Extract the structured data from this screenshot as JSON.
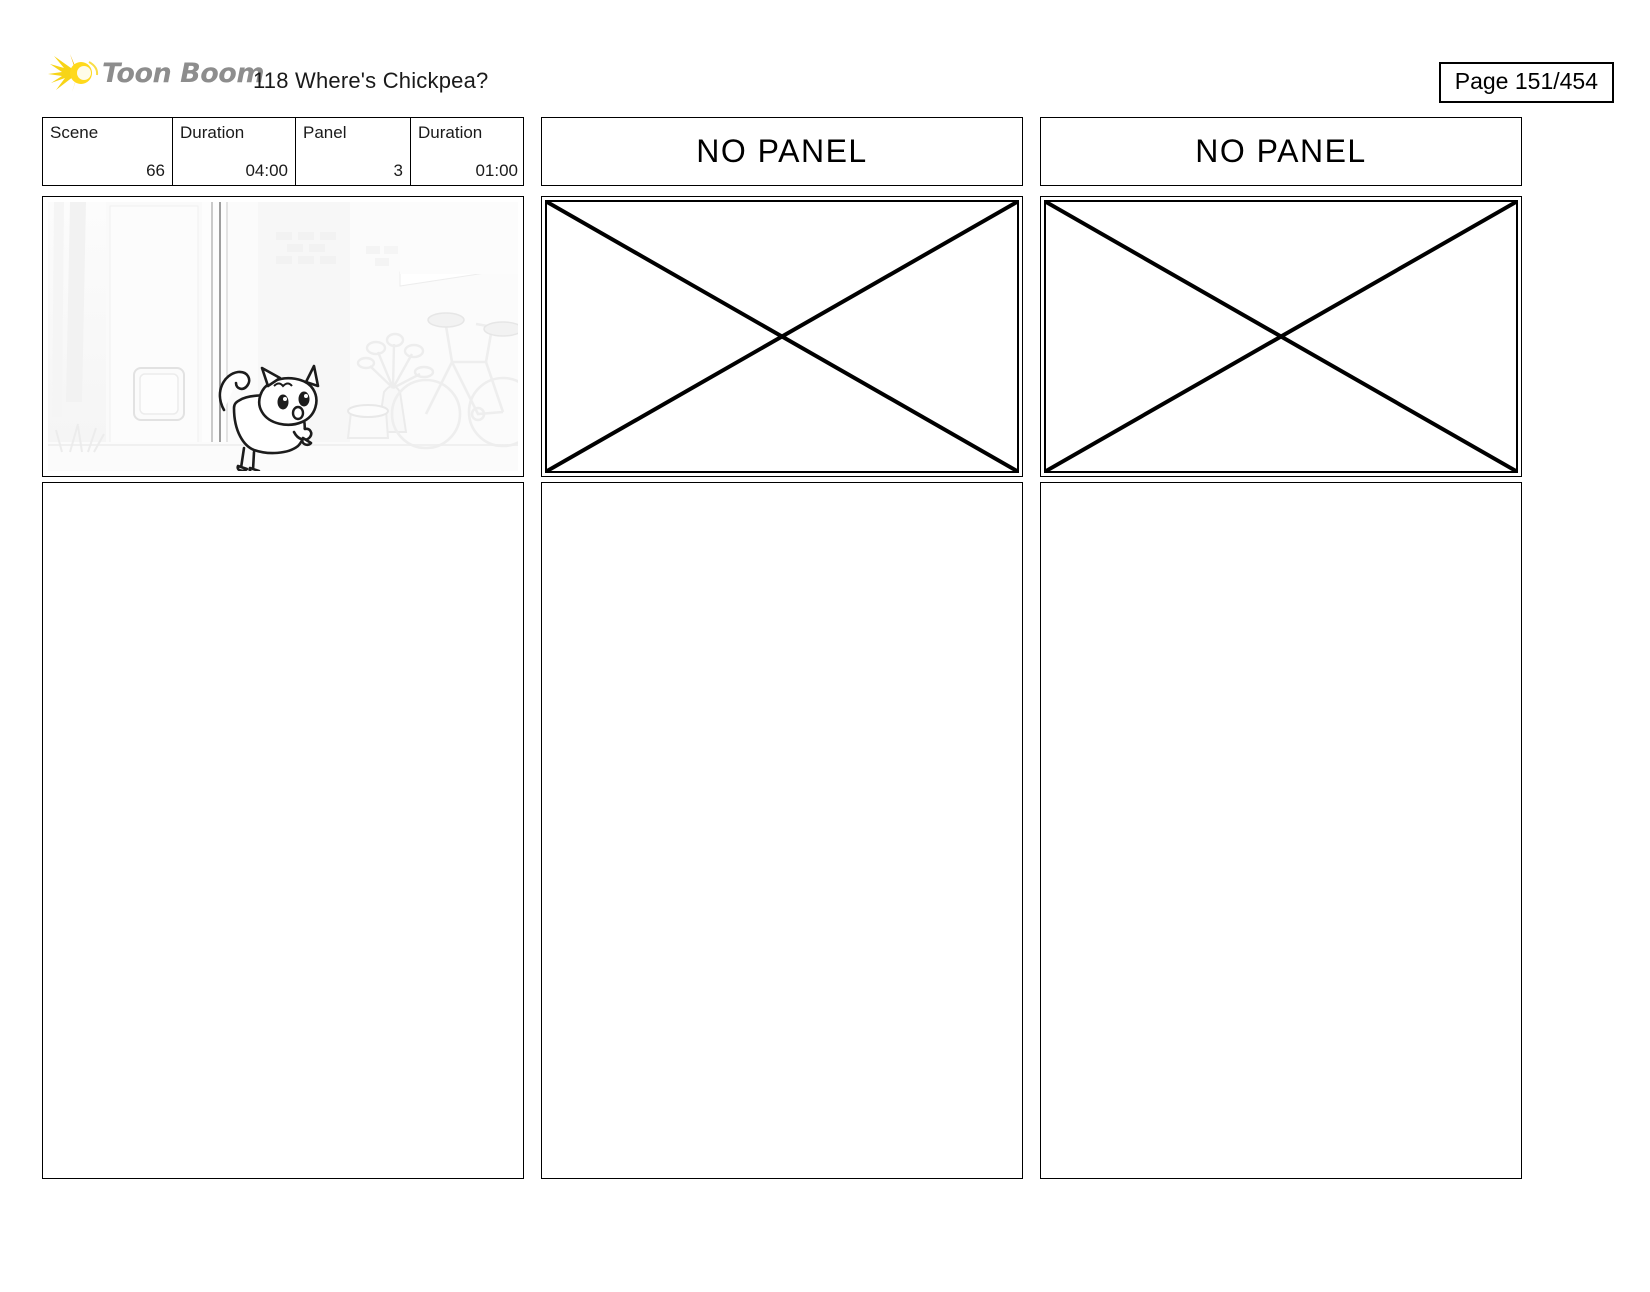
{
  "header": {
    "brand_name": "Toon Boom",
    "logo_icon": "sunburst-icon",
    "logo_color": "#F5C518",
    "document_title": "118 Where's Chickpea?",
    "page_indicator": "Page 151/454"
  },
  "columns": [
    {
      "kind": "panel",
      "info": {
        "fields": [
          {
            "label": "Scene",
            "value": "66"
          },
          {
            "label": "Duration",
            "value": "04:00"
          },
          {
            "label": "Panel",
            "value": "3"
          },
          {
            "label": "Duration",
            "value": "01:00"
          }
        ]
      },
      "thumbnail": {
        "alt": "Line-art kitten walking past a cat flap door in a faint grey interior with potted plants and a bicycle",
        "style": "storyboard-lineart-washed-out"
      },
      "notes": ""
    },
    {
      "kind": "no-panel",
      "header_text": "NO PANEL",
      "placeholder_icon": "x-cross-placeholder-icon",
      "notes": ""
    },
    {
      "kind": "no-panel",
      "header_text": "NO PANEL",
      "placeholder_icon": "x-cross-placeholder-icon",
      "notes": ""
    }
  ],
  "colors": {
    "border": "#000000",
    "text": "#1a1a1a",
    "brand_grey": "#8d8d8d",
    "brand_yellow": "#F5C518"
  }
}
